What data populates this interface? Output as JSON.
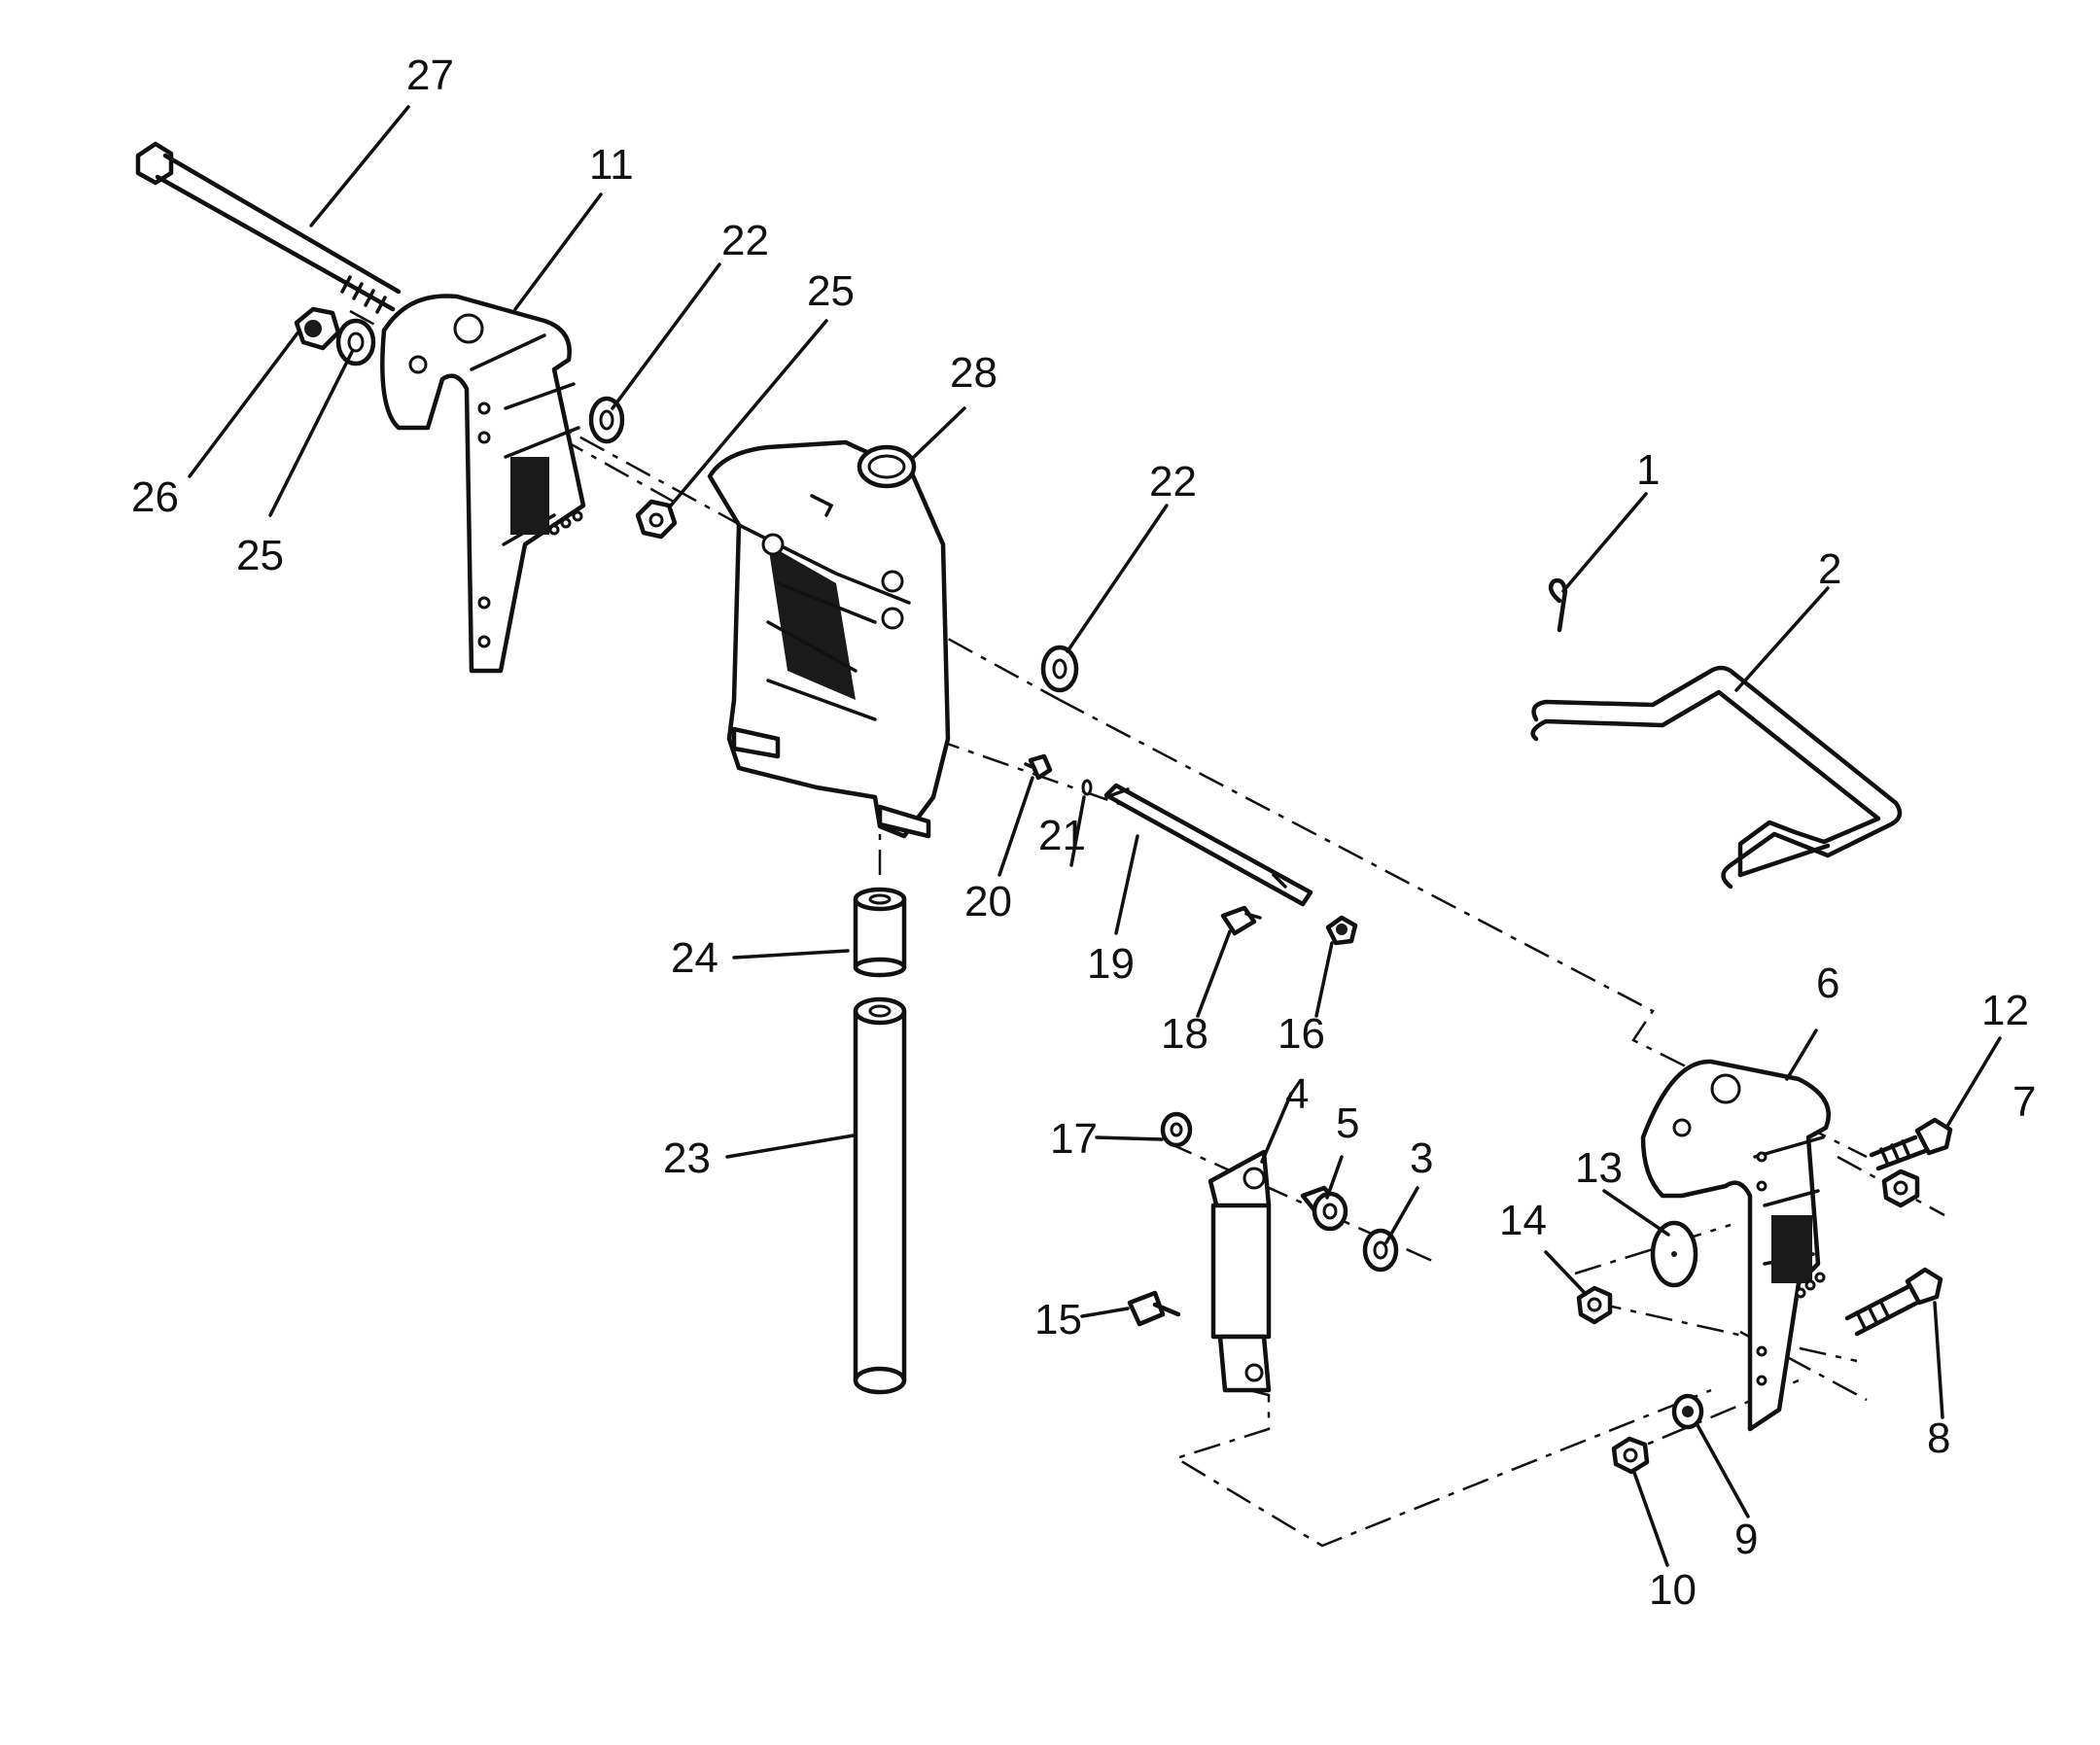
{
  "diagram": {
    "labels": {
      "p1": "1",
      "p2": "2",
      "p3": "3",
      "p4": "4",
      "p5": "5",
      "p6": "6",
      "p7": "7",
      "p8": "8",
      "p9": "9",
      "p10": "10",
      "p11": "11",
      "p12": "12",
      "p13": "13",
      "p14": "14",
      "p15": "15",
      "p16": "16",
      "p17": "17",
      "p18": "18",
      "p19": "19",
      "p20": "20",
      "p21": "21",
      "p22a": "22",
      "p22b": "22",
      "p23": "23",
      "p24": "24",
      "p25a": "25",
      "p25b": "25",
      "p26": "26",
      "p27": "27",
      "p28": "28"
    },
    "colors": {
      "ink": "#111111",
      "paper": "#ffffff"
    }
  }
}
